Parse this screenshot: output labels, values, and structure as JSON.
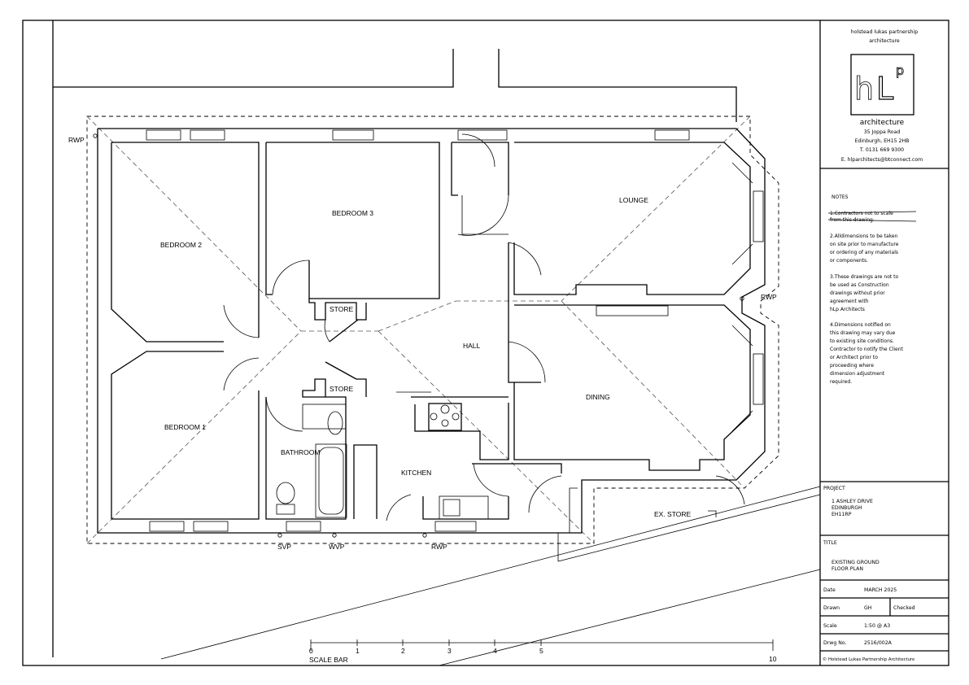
{
  "plan": {
    "rooms": {
      "bedroom2": "BEDROOM 2",
      "bedroom3": "BEDROOM 3",
      "bedroom1": "BEDROOM 1",
      "lounge": "LOUNGE",
      "dining": "DINING",
      "hall": "HALL",
      "store1": "STORE",
      "store2": "STORE",
      "bathroom": "BATHROOM",
      "kitchen": "KITCHEN",
      "ex_store": "EX. STORE"
    },
    "pipes": {
      "rwp_tl": "RWP",
      "rwp_right": "RWP",
      "svp": "SVP",
      "wvp": "WVP",
      "rwp_bottom": "RWP"
    },
    "scale_bar": {
      "label": "SCALE BAR",
      "ticks": [
        "0",
        "1",
        "2",
        "3",
        "4",
        "5",
        "10"
      ]
    }
  },
  "title_block": {
    "firm_line1": "holstead lukas partnership",
    "firm_line2": "architecture",
    "logo_text": "hLp",
    "logo_sub": "architecture",
    "address1": "35 Joppa Road",
    "address2": "Edinburgh, EH15 2HB",
    "phone": "T. 0131 669 9300",
    "email": "E. hlparchitects@btconnect.com",
    "notes_heading": "NOTES",
    "notes": [
      [
        "1.Contractors not to scale",
        "from this drawing."
      ],
      [
        "2.Alldimensions to be taken",
        "on site prior to manufacture",
        "or ordering of any materials",
        "or components."
      ],
      [
        "3.These drawings are not to",
        "be used as Construction",
        "drawings without prior",
        "agreement with",
        "hLp Architects"
      ],
      [
        "4.Dimensions notified on",
        "this drawing may vary due",
        "to existing site conditions.",
        "Contractor to notify the Client",
        "or Architect prior to",
        "proceeding where",
        "dimension adjustment",
        "required."
      ]
    ],
    "project_label": "PROJECT",
    "project": [
      "1 ASHLEY DRIVE",
      "EDINBURGH",
      "EH11RP"
    ],
    "title_label": "TITLE",
    "title": [
      "EXISTING GROUND",
      "FLOOR PLAN"
    ],
    "date_label": "Date",
    "date": "MARCH 2025",
    "drawn_label": "Drawn",
    "drawn": "GH",
    "checked_label": "Checked",
    "scale_label": "Scale",
    "scale": "1:50 @ A3",
    "drwg_label": "Drwg No.",
    "drwg": "2516/002A",
    "copyright": "© Holstead Lukas Partnership Architecture"
  }
}
